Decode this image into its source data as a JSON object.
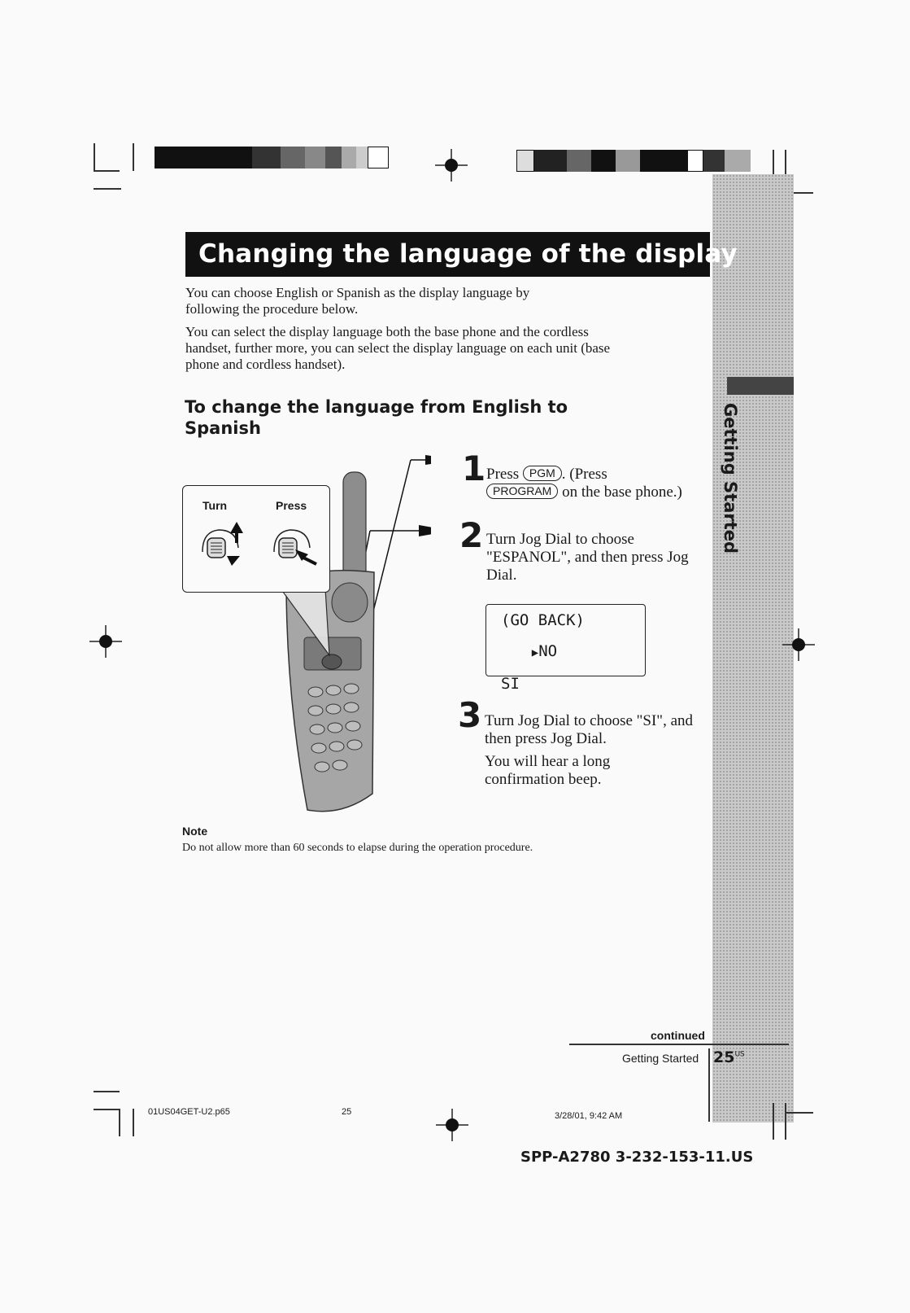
{
  "title": "Changing the language of the display",
  "intro": [
    "You can choose English or Spanish as the display language by following the procedure below.",
    "You can select the display language both the base phone and the cordless handset, further more, you can select the display language on each unit (base phone and cordless handset)."
  ],
  "subheading": "To change the language from English to Spanish",
  "illustration": {
    "turn_label": "Turn",
    "press_label": "Press"
  },
  "steps": [
    {
      "number": "1",
      "text_1": "Press",
      "key_1": "PGM",
      "text_2": ". (Press",
      "key_2": "PROGRAM",
      "text_3": "on the base phone.)"
    },
    {
      "number": "2",
      "text": "Turn Jog Dial to choose \"ESPANOL\", and then press Jog Dial."
    },
    {
      "number": "3",
      "text": "Turn Jog Dial to choose \"SI\", and then press Jog Dial.",
      "extra": "You will hear a long confirmation beep."
    }
  ],
  "display": {
    "line_1": "(GO BACK)",
    "line_2": "NO",
    "line_3": "SI"
  },
  "note": {
    "heading": "Note",
    "text": "Do not allow more than 60 seconds to elapse during the operation procedure."
  },
  "sidebar": {
    "section": "Getting Started"
  },
  "footer": {
    "continued": "continued",
    "section": "Getting Started",
    "page": "25",
    "page_suffix": "US",
    "file": "01US04GET-U2.p65",
    "file_page": "25",
    "date": "3/28/01, 9:42 AM",
    "model": "SPP-A2780 3-232-153-11.US"
  }
}
